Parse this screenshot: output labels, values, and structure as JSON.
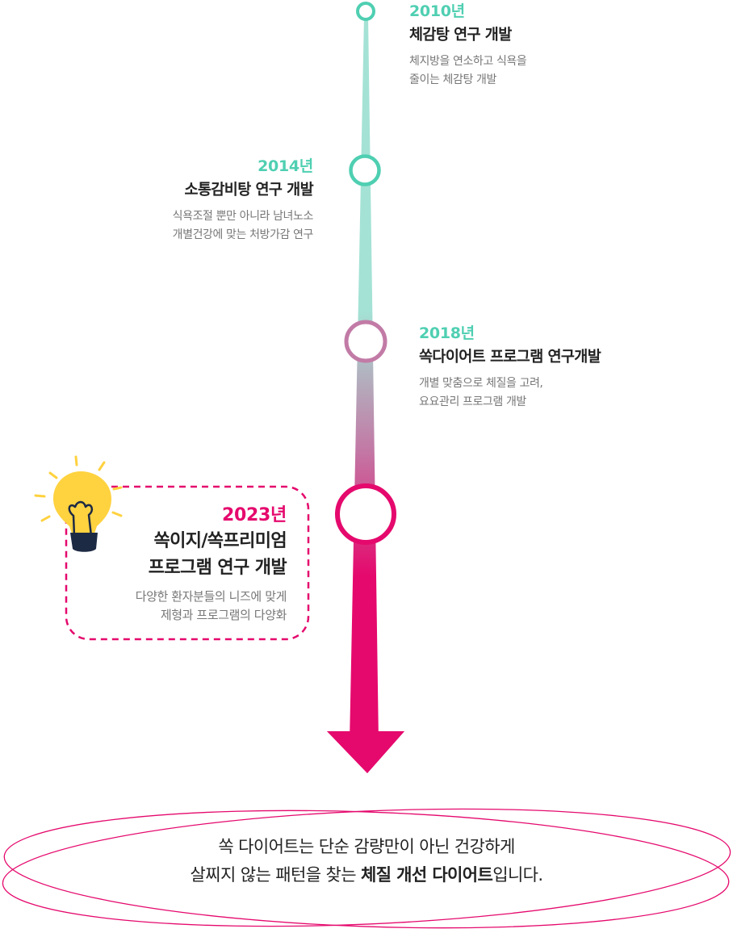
{
  "colors": {
    "teal": "#4fcfb2",
    "teal_light": "#a4e2d5",
    "mauve": "#c27ba6",
    "pink": "#e5096d",
    "bulb": "#ffd23f",
    "dark_text": "#222222",
    "gray_text": "#777777"
  },
  "timeline": [
    {
      "year": "2010년",
      "title": "체감탕 연구 개발",
      "desc_line1": "체지방을 연소하고 식욕을",
      "desc_line2": "줄이는 체감탕 개발"
    },
    {
      "year": "2014년",
      "title": "소통감비탕 연구 개발",
      "desc_line1": "식욕조절 뿐만 아니라 남녀노소",
      "desc_line2": "개별건강에 맞는 처방가감 연구"
    },
    {
      "year": "2018년",
      "title": "쏙다이어트 프로그램 연구개발",
      "desc_line1": "개별 맞춤으로 체질을 고려,",
      "desc_line2": "요요관리 프로그램 개발"
    },
    {
      "year": "2023년",
      "title_line1": "쏙이지/쏙프리미엄",
      "title_line2": "프로그램 연구 개발",
      "desc_line1": "다양한 환자분들의 니즈에 맞게",
      "desc_line2": "제형과 프로그램의 다양화"
    }
  ],
  "summary": {
    "line1": "쏙 다이어트는 단순 감량만이 아닌 건강하게",
    "line2_start": "살찌지 않는 패턴을 찾는 ",
    "line2_bold": "체질 개선 다이어트",
    "line2_end": "입니다."
  },
  "icons": {
    "milestone": "circle-marker-icon",
    "bulb": "lightbulb-icon",
    "arrow": "arrow-down-icon"
  }
}
